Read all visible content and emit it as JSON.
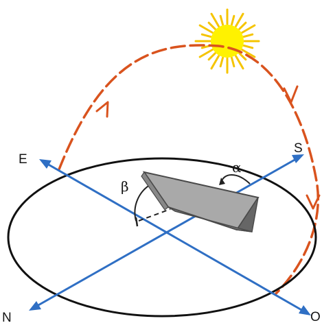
{
  "labels": {
    "east": "E",
    "south": "S",
    "north": "N",
    "west": "O",
    "tilt_angle": "β",
    "azimuth_angle": "α"
  },
  "colors": {
    "background": "#ffffff",
    "horizon_ellipse": "#111111",
    "compass_axes": "#2f6fc4",
    "sun_path": "#d9531e",
    "sun_fill": "#fff200",
    "sun_rays": "#f5c400",
    "panel_top": "#a9a9a9",
    "panel_edge": "#4a4a4a",
    "angle_lines": "#222222"
  },
  "icons": {
    "sun": "sun-icon",
    "panel": "solar-panel-icon"
  }
}
